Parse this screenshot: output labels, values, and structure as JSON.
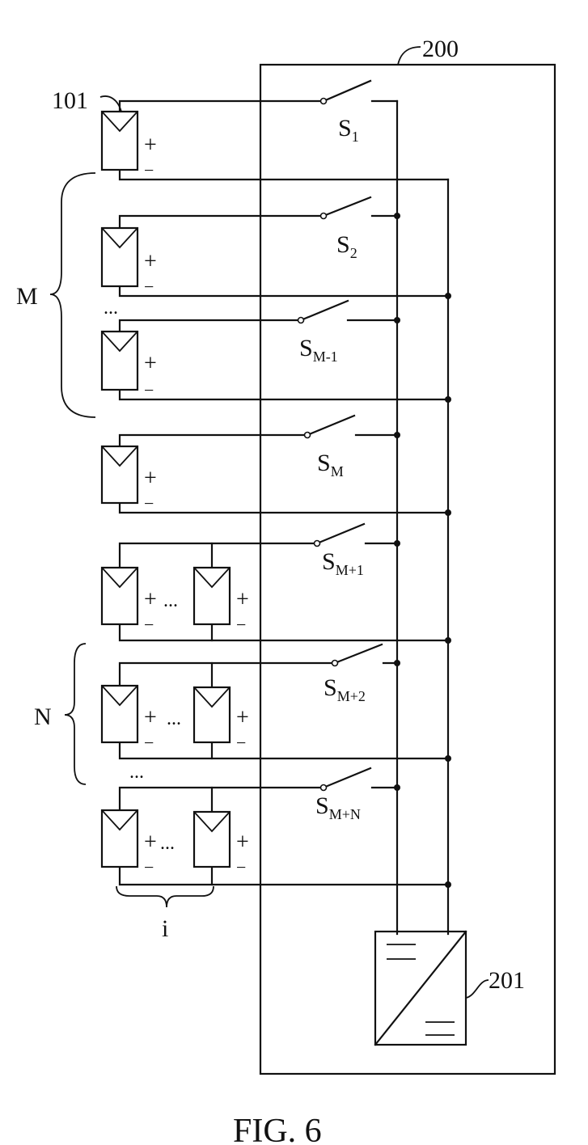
{
  "labels": {
    "box_ref": "200",
    "panel_ref": "101",
    "converter_ref": "201",
    "group_m": "M",
    "group_n": "N",
    "parallel_count": "i",
    "ellipsis": "...",
    "plus": "+",
    "minus": "−",
    "caption": "FIG. 6"
  },
  "switches": [
    {
      "main": "S",
      "sub": "1"
    },
    {
      "main": "S",
      "sub": "2"
    },
    {
      "main": "S",
      "sub": "M-1"
    },
    {
      "main": "S",
      "sub": "M"
    },
    {
      "main": "S",
      "sub": "M+1"
    },
    {
      "main": "S",
      "sub": "M+2"
    },
    {
      "main": "S",
      "sub": "M+N"
    }
  ]
}
